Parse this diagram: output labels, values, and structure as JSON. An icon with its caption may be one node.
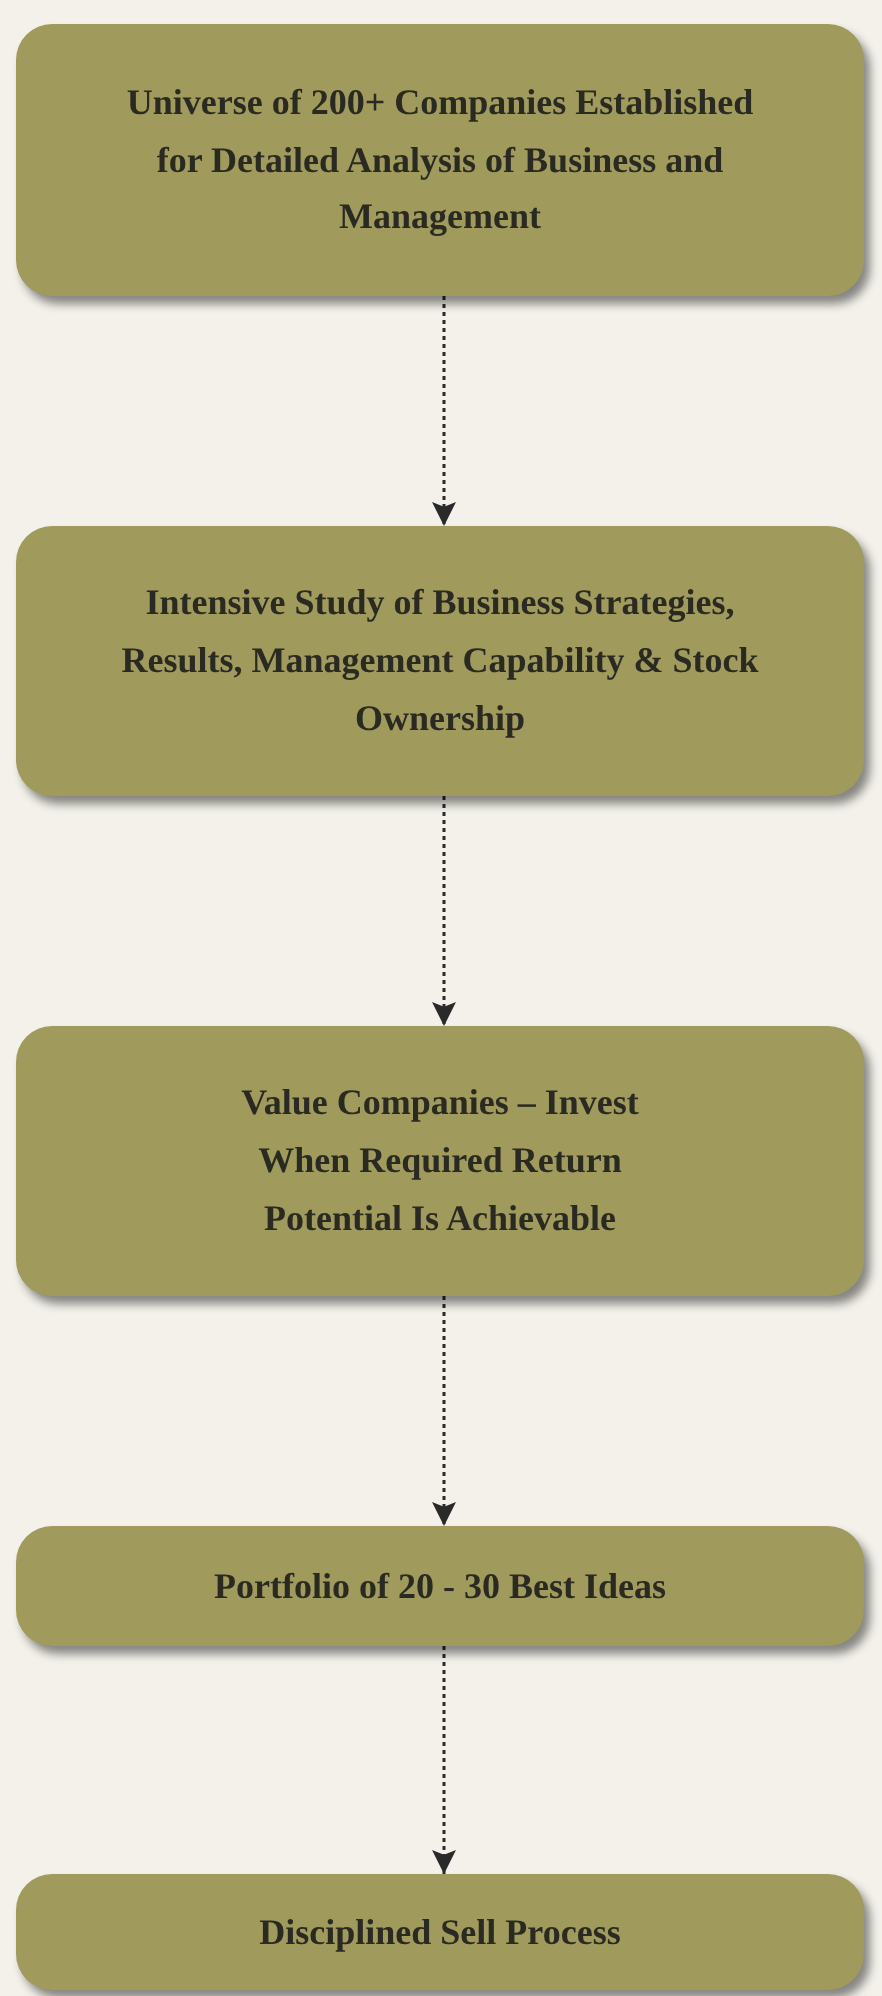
{
  "diagram": {
    "nodes": [
      {
        "text": [
          "Universe of 200+ Companies Established for Detailed Analysis of Business and Management"
        ]
      },
      {
        "text": [
          "Intensive Study of Business Strategies, Results, Management Capability & Stock Ownership"
        ]
      },
      {
        "text": [
          "Value Companies – Invest When Required Return Potential Is Achievable"
        ]
      },
      {
        "text": [
          "Portfolio of 20 - 30 Best Ideas"
        ]
      },
      {
        "text": [
          "Disciplined Sell Process"
        ]
      }
    ],
    "edges": [
      {
        "from": 0,
        "to": 1,
        "arrow": "to",
        "style": "dashed"
      },
      {
        "from": 1,
        "to": 2,
        "arrow": "to",
        "style": "dashed"
      },
      {
        "from": 2,
        "to": 3,
        "arrow": "to",
        "style": "dashed"
      },
      {
        "from": 3,
        "to": 4,
        "arrow": "to",
        "style": "dashed"
      }
    ]
  }
}
